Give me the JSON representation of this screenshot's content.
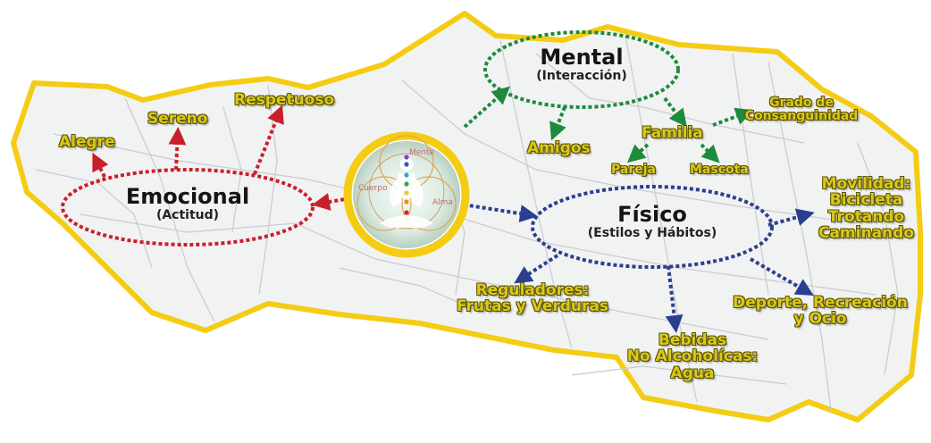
{
  "colors": {
    "emocional": "#c8202a",
    "mental": "#1e8a3c",
    "fisico": "#2a3f8f",
    "boundary": "#f5cc14",
    "label_fill": "#d9c91a"
  },
  "center": {
    "icon": "meditation-chakra-figure",
    "tags": {
      "mente": "Mente",
      "cuerpo": "Cuerpo",
      "alma": "Alma"
    }
  },
  "emocional": {
    "title": "Emocional",
    "subtitle": "(Actitud)",
    "items": {
      "alegre": "Alegre",
      "sereno": "Sereno",
      "respetuoso": "Respetuoso"
    }
  },
  "mental": {
    "title": "Mental",
    "subtitle": "(Interacción)",
    "amigos": "Amigos",
    "familia": "Familia",
    "pareja": "Pareja",
    "mascota": "Mascota",
    "grado": [
      "Grado de",
      "Consanguinidad"
    ]
  },
  "fisico": {
    "title": "Físico",
    "subtitle": "(Estilos y Hábitos)",
    "movilidad": [
      "Movilidad:",
      "Bicicleta",
      "Trotando",
      "Caminando"
    ],
    "reguladores": [
      "Reguladores:",
      "Frutas y Verduras"
    ],
    "bebidas": [
      "Bebidas",
      "No Alcoholícas:",
      "Agua"
    ],
    "deporte": [
      "Deporte, Recreación",
      "y Ocio"
    ]
  }
}
